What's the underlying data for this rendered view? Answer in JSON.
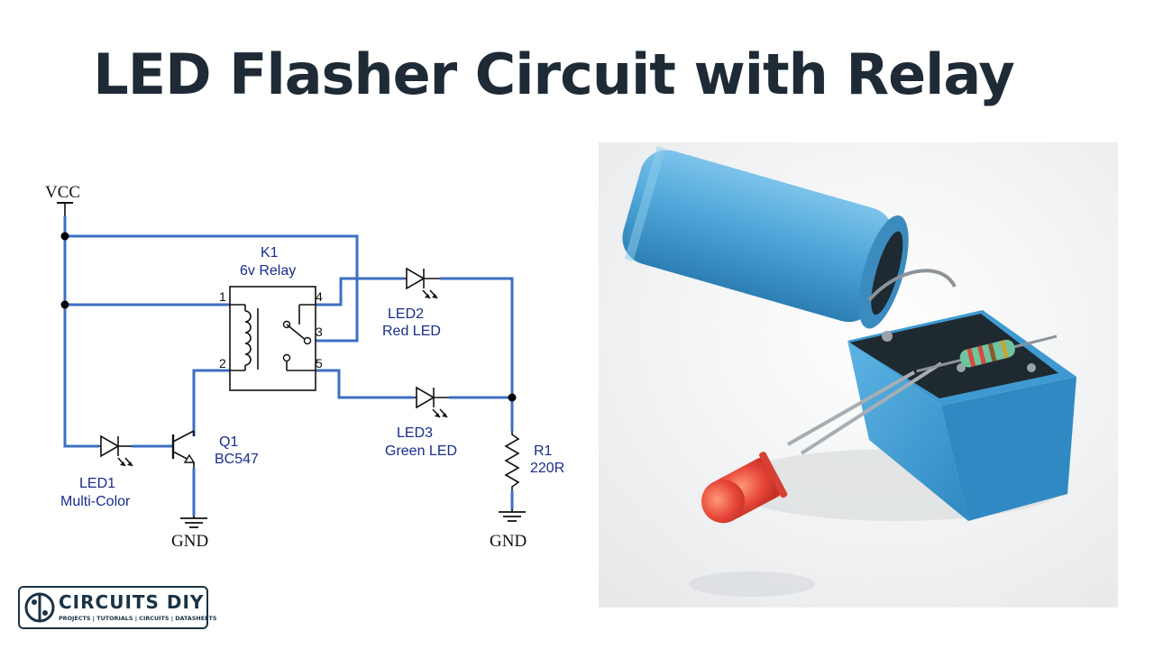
{
  "title": "LED Flasher Circuit with Relay",
  "schematic": {
    "vcc": "VCC",
    "gnd_left": "GND",
    "gnd_right": "GND",
    "relay_ref": "K1",
    "relay_value": "6v Relay",
    "relay_pins": [
      "1",
      "2",
      "4",
      "3",
      "5"
    ],
    "led1_ref": "LED1",
    "led1_value": "Multi-Color",
    "q1_ref": "Q1",
    "q1_value": "BC547",
    "led2_ref": "LED2",
    "led2_value": "Red LED",
    "led3_ref": "LED3",
    "led3_value": "Green LED",
    "r1_ref": "R1",
    "r1_value": "220R"
  },
  "logo": {
    "name": "CIRCUITS DIY",
    "tagline": "PROJECTS | TUTORIALS | CIRCUITS | DATASHEETS"
  },
  "colors": {
    "title": "#1e2a36",
    "wire": "#3d6fc2",
    "label": "#1a2c8a",
    "photo_relay": "#49a6d8",
    "photo_capacitor": "#4fa7d9",
    "photo_led": "#e8473a"
  }
}
